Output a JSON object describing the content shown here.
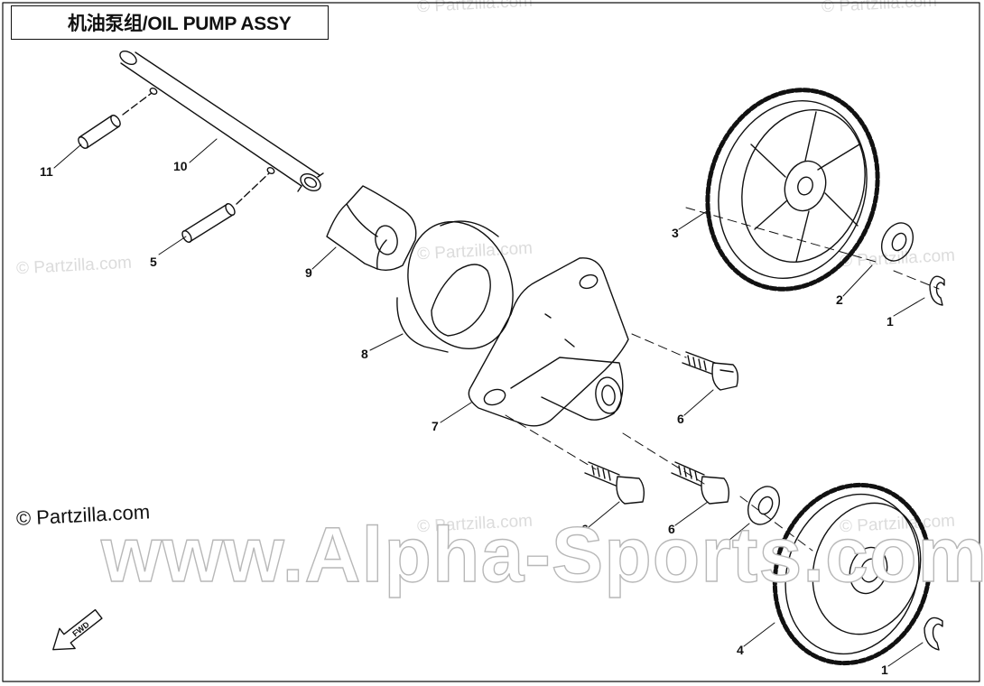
{
  "title": "机油泵组/OIL PUMP ASSY",
  "credit": "© Partzilla.com",
  "watermark": "www.Alpha-Sports.com",
  "wm_small": "© Partzilla.com",
  "fwd_label": "FWD",
  "callouts": {
    "c11": "11",
    "c10": "10",
    "c5": "5",
    "c9": "9",
    "c8": "8",
    "c7": "7",
    "c6a": "6",
    "c6b": "6",
    "c6c": "6",
    "c3": "3",
    "c2a": "2",
    "c1a": "1",
    "c2b": "2",
    "c4": "4",
    "c1b": "1"
  },
  "colors": {
    "line": "#111111",
    "watermark_stroke": "#b8b8b8",
    "faint": "#dcdcdc"
  }
}
